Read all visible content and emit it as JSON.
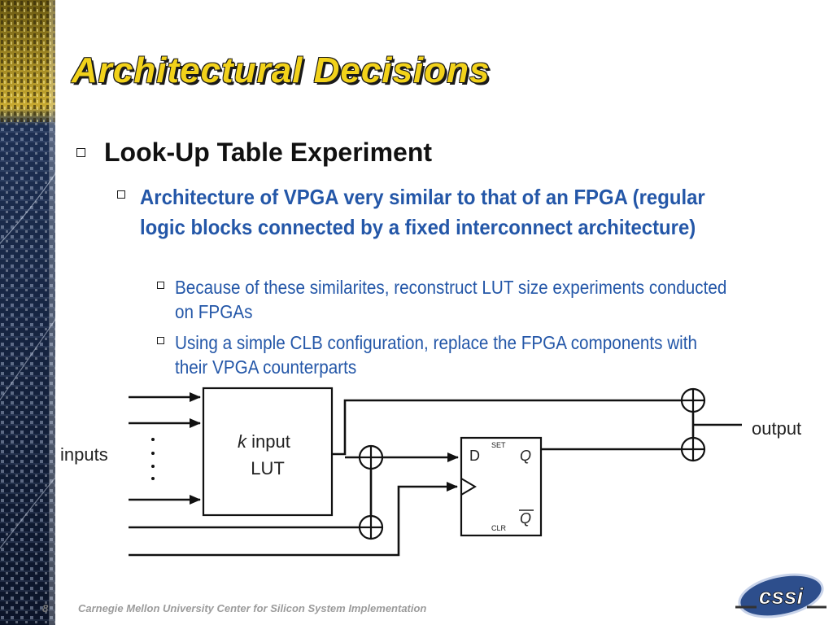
{
  "slide": {
    "title": "Architectural Decisions",
    "bullet_l1": "Look-Up Table Experiment",
    "bullet_l2": "Architecture of VPGA very similar to that of an FPGA (regular logic blocks connected by a fixed interconnect architecture)",
    "bullet_l3_a": "Because of these similarites, reconstruct LUT size experiments conducted on FPGAs",
    "bullet_l3_b": "Using a simple CLB configuration, replace the FPGA components with their VPGA counterparts"
  },
  "diagram": {
    "lut_k": "k",
    "lut_line1": " input",
    "lut_line2": "LUT",
    "inputs_label": "inputs",
    "output_label": "output",
    "ff_d": "D",
    "ff_q": "Q",
    "ff_qbar": "Q",
    "ff_set": "SET",
    "ff_clr": "CLR"
  },
  "footer": {
    "slide_number": "8",
    "text": "Carnegie Mellon University Center for Silicon System Implementation",
    "logo_text": "cssi"
  },
  "colors": {
    "title_yellow": "#f2d21a",
    "body_blue": "#2457a8",
    "strip_dark": "#0d1a33"
  }
}
